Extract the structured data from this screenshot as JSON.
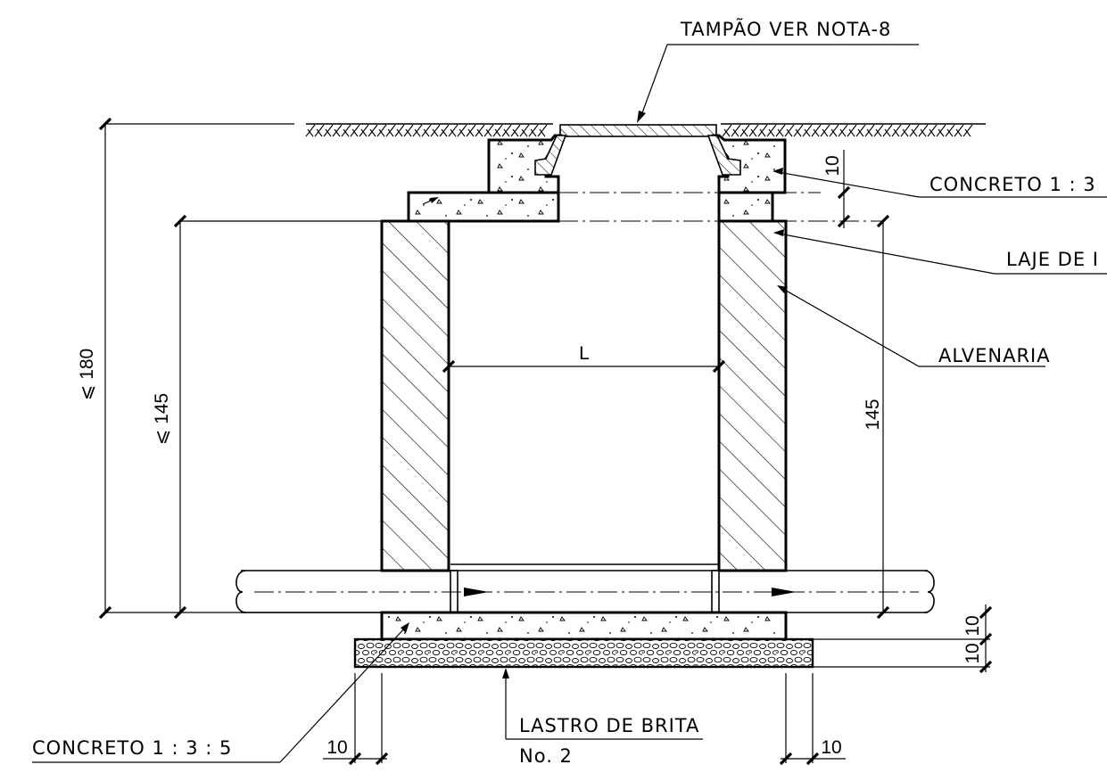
{
  "labels": {
    "tampao": "TAMPÃO VER NOTA-8",
    "concreto_top": "CONCRETO 1 : 3",
    "laje": "LAJE DE I",
    "alvenaria": "ALVENARIA",
    "lastro_line1": "LASTRO DE BRITA",
    "lastro_line2": "No. 2",
    "concreto_bottom": "CONCRETO 1 : 3 : 5",
    "width_symbol": "L"
  },
  "dimensions": {
    "total_height": "⩽ 180",
    "inner_height_left": "⩽ 145",
    "inner_height_right": "145",
    "slab_thickness": "10",
    "base_concrete": "10",
    "base_gravel": "10",
    "left_offset": "10",
    "right_offset": "10"
  }
}
